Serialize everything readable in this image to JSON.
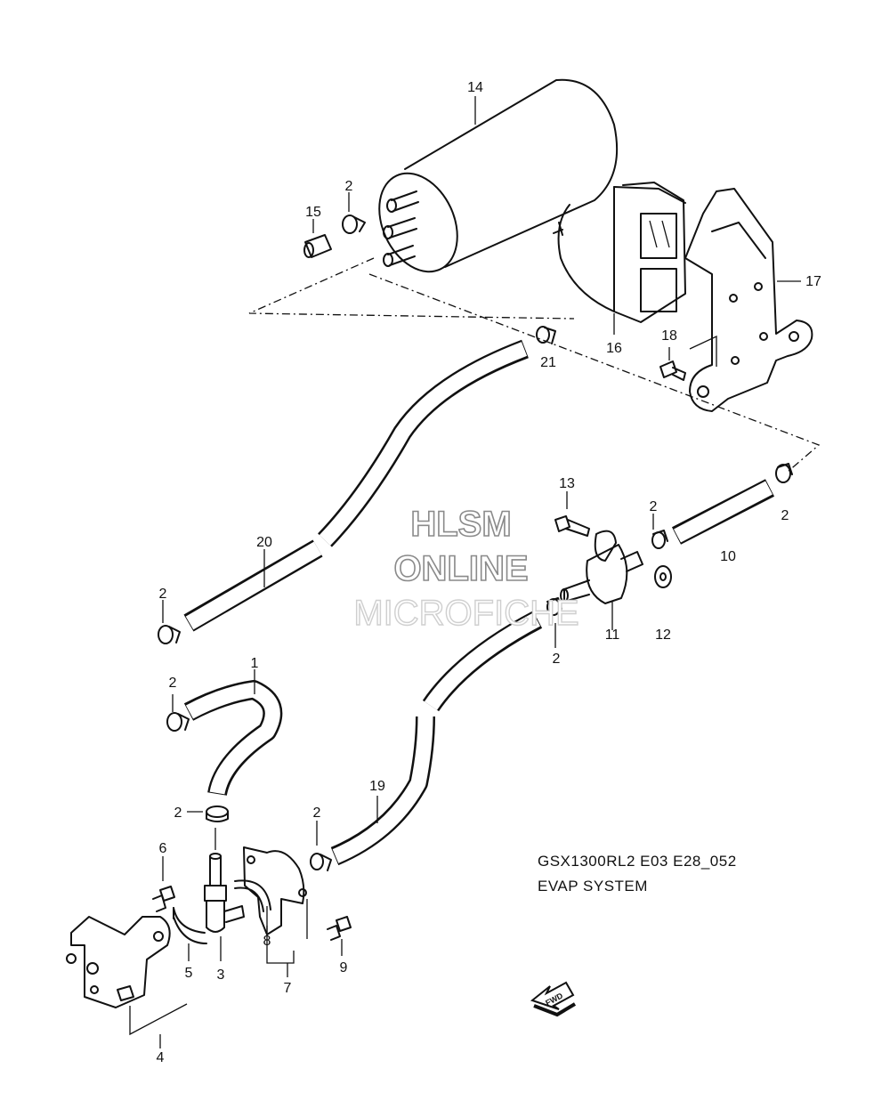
{
  "diagram": {
    "model_code": "GSX1300RL2 E03 E28_052",
    "title": "EVAP SYSTEM",
    "watermark": [
      "HLSM",
      "ONLINE",
      "MICROFICHE"
    ],
    "fwd_label": "FWD",
    "parts": [
      {
        "id": "p1",
        "label": "1"
      },
      {
        "id": "p2a",
        "label": "2"
      },
      {
        "id": "p2b",
        "label": "2"
      },
      {
        "id": "p2c",
        "label": "2"
      },
      {
        "id": "p2d",
        "label": "2"
      },
      {
        "id": "p2e",
        "label": "2"
      },
      {
        "id": "p2f",
        "label": "2"
      },
      {
        "id": "p2g",
        "label": "2"
      },
      {
        "id": "p2h",
        "label": "2"
      },
      {
        "id": "p3",
        "label": "3"
      },
      {
        "id": "p4",
        "label": "4"
      },
      {
        "id": "p5",
        "label": "5"
      },
      {
        "id": "p6",
        "label": "6"
      },
      {
        "id": "p7",
        "label": "7"
      },
      {
        "id": "p8",
        "label": "8"
      },
      {
        "id": "p9",
        "label": "9"
      },
      {
        "id": "p10",
        "label": "10"
      },
      {
        "id": "p11",
        "label": "11"
      },
      {
        "id": "p12",
        "label": "12"
      },
      {
        "id": "p13",
        "label": "13"
      },
      {
        "id": "p14",
        "label": "14"
      },
      {
        "id": "p15",
        "label": "15"
      },
      {
        "id": "p16",
        "label": "16"
      },
      {
        "id": "p17",
        "label": "17"
      },
      {
        "id": "p18",
        "label": "18"
      },
      {
        "id": "p19",
        "label": "19"
      },
      {
        "id": "p20",
        "label": "20"
      },
      {
        "id": "p21",
        "label": "21"
      }
    ]
  }
}
